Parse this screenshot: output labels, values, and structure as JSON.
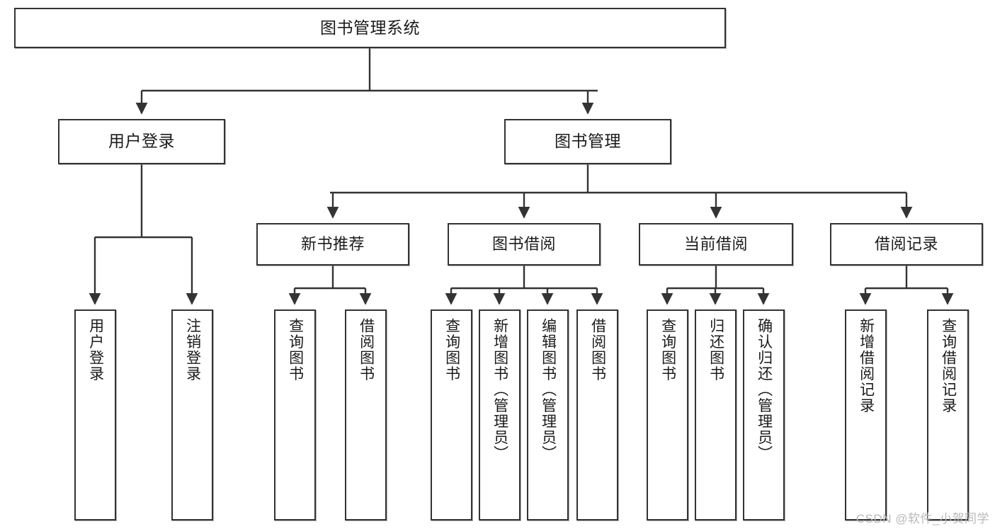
{
  "diagram": {
    "title": "图书管理系统",
    "type": "tree-hierarchy",
    "orientation": "top-down",
    "colors": {
      "box_border": "#333333",
      "box_fill": "#ffffff",
      "edge": "#333333",
      "text": "#1b1b1b",
      "watermark": "#b9b9b9",
      "background": "#ffffff"
    },
    "root": {
      "id": "root",
      "label": "图书管理系统"
    },
    "level1": [
      {
        "id": "user-login",
        "label": "用户登录"
      },
      {
        "id": "book-manage",
        "label": "图书管理"
      }
    ],
    "level2": [
      {
        "id": "new-book-recommend",
        "label": "新书推荐"
      },
      {
        "id": "book-borrow",
        "label": "图书借阅"
      },
      {
        "id": "current-borrow",
        "label": "当前借阅"
      },
      {
        "id": "borrow-record",
        "label": "借阅记录"
      }
    ],
    "leaves": {
      "user-login": [
        {
          "id": "leaf-user-login",
          "label": "用户登录"
        },
        {
          "id": "leaf-user-logout",
          "label": "注销登录"
        }
      ],
      "new-book-recommend": [
        {
          "id": "leaf-query-book-1",
          "label": "查询图书"
        },
        {
          "id": "leaf-borrow-book-1",
          "label": "借阅图书"
        }
      ],
      "book-borrow": [
        {
          "id": "leaf-query-book-2",
          "label": "查询图书"
        },
        {
          "id": "leaf-add-book",
          "label": "新增图书（管理员）"
        },
        {
          "id": "leaf-edit-book",
          "label": "编辑图书（管理员）"
        },
        {
          "id": "leaf-borrow-book-2",
          "label": "借阅图书"
        }
      ],
      "current-borrow": [
        {
          "id": "leaf-query-book-3",
          "label": "查询图书"
        },
        {
          "id": "leaf-return-book",
          "label": "归还图书"
        },
        {
          "id": "leaf-confirm-return",
          "label": "确认归还（管理员）"
        }
      ],
      "borrow-record": [
        {
          "id": "leaf-add-record",
          "label": "新增借阅记录"
        },
        {
          "id": "leaf-query-record",
          "label": "查询借阅记录"
        }
      ]
    }
  },
  "watermark": {
    "text": "CSDN @软件_小贺同学"
  }
}
